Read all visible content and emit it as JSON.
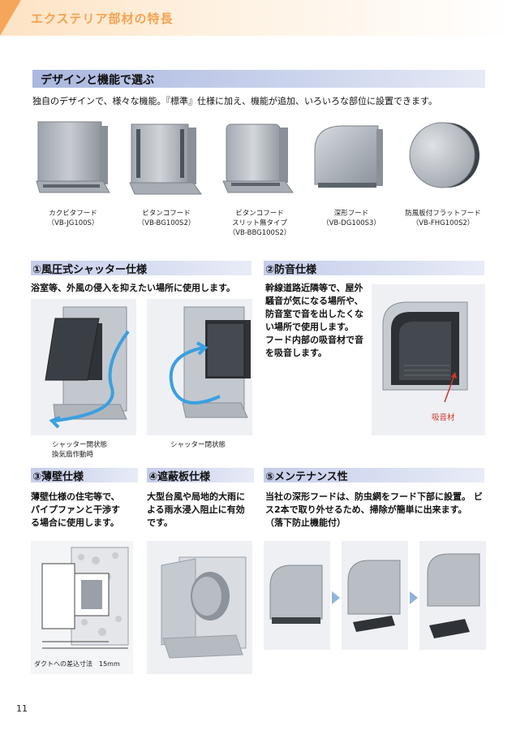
{
  "header": {
    "title": "エクステリア部材の特長"
  },
  "section": {
    "title": "デザインと機能で選ぶ",
    "intro": "独自のデザインで、様々な機能。『標準』仕様に加え、機能が追加、いろいろな部位に設置できます。"
  },
  "products": [
    {
      "name": "カクビタフード",
      "model": "（VB-JG100S）",
      "extra": ""
    },
    {
      "name": "ビタンコフード",
      "model": "（VB-BG100S2）",
      "extra": ""
    },
    {
      "name": "ビタンコフード",
      "model": "スリット無タイプ",
      "extra": "（VB-BBG100S2）"
    },
    {
      "name": "深形フード",
      "model": "（VB-DG100S3）",
      "extra": ""
    },
    {
      "name": "防風板付フラットフード",
      "model": "（VB-FHG100S2）",
      "extra": ""
    }
  ],
  "features": {
    "f1": {
      "title": "①風圧式シャッター仕様",
      "desc": [
        "浴室等、外風の侵入を抑えたい場所に使用します。"
      ],
      "caption_a": [
        "シャッター開状態",
        "換気扇作動時"
      ],
      "caption_b": [
        "シャッター閉状態"
      ]
    },
    "f2": {
      "title": "②防音仕様",
      "desc": [
        "幹線道路近隣等で、屋外",
        "騒音が気になる場所や、",
        "防音室で音を出したくな",
        "い場所で使用します。",
        "フード内部の吸音材で音",
        "を吸音します。"
      ],
      "label": "吸音材"
    },
    "f3": {
      "title": "③薄壁仕様",
      "desc": [
        "薄壁仕様の住宅等で、",
        "パイプファンと干渉す",
        "る場合に使用します。"
      ],
      "caption": "ダクトへの差込寸法　15mm"
    },
    "f4": {
      "title": "④遮蔽板仕様",
      "desc": [
        "大型台風や局地的大雨に",
        "よる雨水浸入阻止に有効",
        "です。"
      ]
    },
    "f5": {
      "title": "⑤メンテナンス性",
      "desc": [
        "当社の深形フードは、防虫網をフード下部に設置。 ビ",
        "ス2本で取り外せるため、掃除が簡単に出来ます。",
        "（落下防止機能付）"
      ]
    }
  },
  "page": {
    "number": "11"
  }
}
